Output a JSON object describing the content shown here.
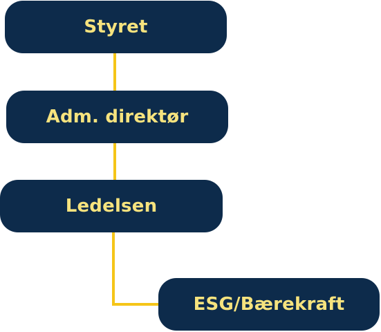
{
  "org_chart": {
    "nodes": [
      {
        "id": "styret",
        "label": "Styret"
      },
      {
        "id": "adm",
        "label": "Adm. direktør"
      },
      {
        "id": "ledelsen",
        "label": "Ledelsen"
      },
      {
        "id": "esg",
        "label": "ESG/Bærekraft"
      }
    ]
  },
  "colors": {
    "node_fill": "#0d2b4b",
    "node_text": "#f6e37e",
    "connector": "#f5c518"
  }
}
